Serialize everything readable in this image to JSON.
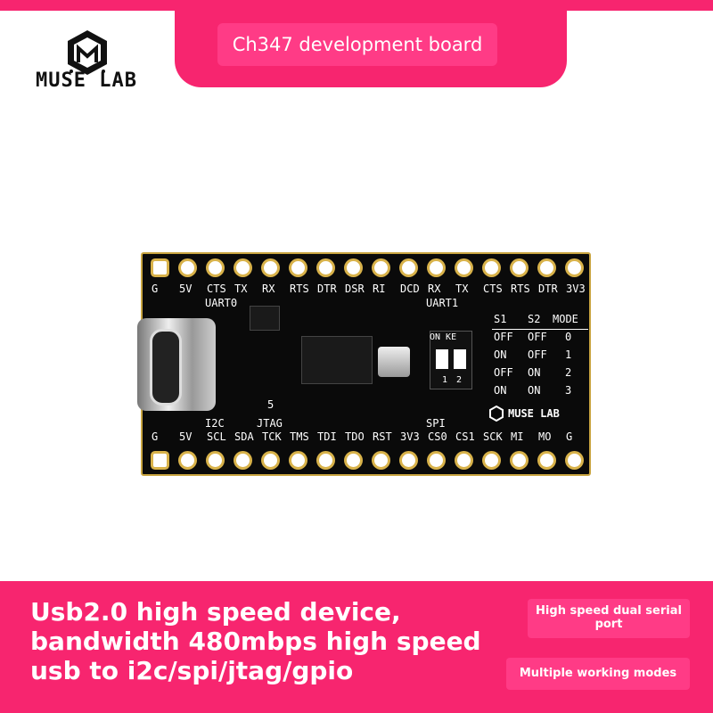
{
  "header": {
    "title": "Ch347 development board"
  },
  "brand": {
    "logo_text": "MUSE LAB"
  },
  "board": {
    "top_labels": [
      "G",
      "5V",
      "CTS",
      "TX",
      "RX",
      "RTS",
      "DTR",
      "DSR",
      "RI",
      "DCD",
      "RX",
      "TX",
      "CTS",
      "RTS",
      "DTR",
      "3V3"
    ],
    "bottom_labels": [
      "G",
      "5V",
      "SCL",
      "SDA",
      "TCK",
      "TMS",
      "TDI",
      "TDO",
      "RST",
      "3V3",
      "CS0",
      "CS1",
      "SCK",
      "MI",
      "MO",
      "G"
    ],
    "section_labels": {
      "uart0": "UART0",
      "uart1": "UART1",
      "i2c": "I2C",
      "jtag": "JTAG",
      "spi": "SPI"
    },
    "dip_label": "ON KE",
    "dip_numbers": [
      "1",
      "2"
    ],
    "mode_table": {
      "headers": [
        "S1",
        "S2",
        "MODE"
      ],
      "rows": [
        [
          "OFF",
          "OFF",
          "0"
        ],
        [
          "ON",
          "OFF",
          "1"
        ],
        [
          "OFF",
          "ON",
          "2"
        ],
        [
          "ON",
          "ON",
          "3"
        ]
      ]
    },
    "board_logo": "MUSE LAB",
    "small_number": "5"
  },
  "footer": {
    "main_lines": [
      "Usb2.0 high speed device,",
      "bandwidth 480mbps high speed",
      "usb to i2c/spi/jtag/gpio"
    ],
    "feature1": "High speed dual serial port",
    "feature2": "Multiple working modes"
  },
  "colors": {
    "accent": "#f7256f",
    "accent_box": "#ff3b86",
    "pcb": "#0a0a0a",
    "pad_gold": "#d8b24a"
  }
}
